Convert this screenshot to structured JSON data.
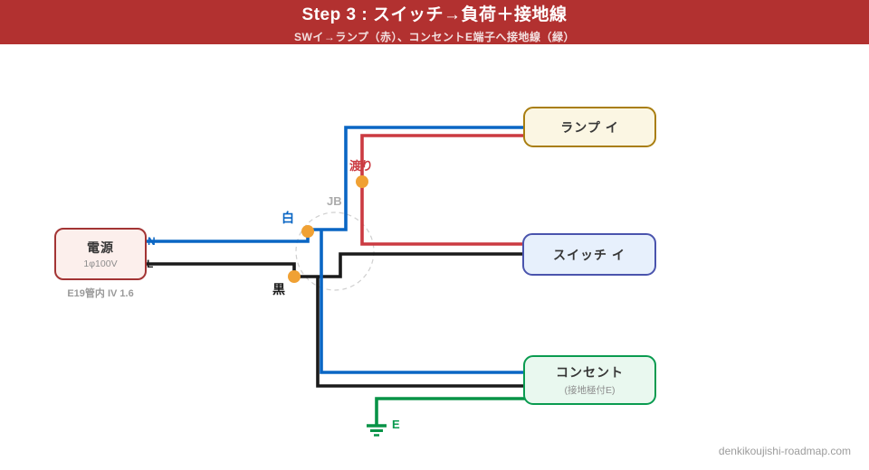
{
  "header": {
    "title": "Step 3 : スイッチ→負荷＋接地線",
    "subtitle": "SWイ→ランプ（赤）、コンセントE端子へ接地線（緑）"
  },
  "boxes": {
    "power": {
      "label": "電源",
      "spec": "1φ100V",
      "caption": "E19管内 IV 1.6"
    },
    "lamp": {
      "label": "ランプ イ"
    },
    "switch": {
      "label": "スイッチ イ"
    },
    "outlet": {
      "label": "コンセント",
      "sub": "(接地極付E)"
    }
  },
  "wire_labels": {
    "neutral_terminal": "N",
    "live_terminal": "L",
    "white_wire": "白",
    "black_wire": "黒",
    "junction_box": "JB",
    "crossover": "渡り",
    "earth_terminal": "E"
  },
  "colors": {
    "header_bg": "#B23130",
    "wire_white_neutral": "#0A66C4",
    "wire_black_live": "#1A1A1A",
    "wire_red_switched": "#CB3A41",
    "wire_green_earth": "#089347",
    "junction_dot": "#F0A134",
    "jb_circle": "#CFCFCF",
    "power_border": "#A33434",
    "lamp_border": "#A97E10",
    "switch_border": "#4A54AD",
    "outlet_border": "#0A9B50"
  },
  "watermark": "denkikoujishi-roadmap.com"
}
